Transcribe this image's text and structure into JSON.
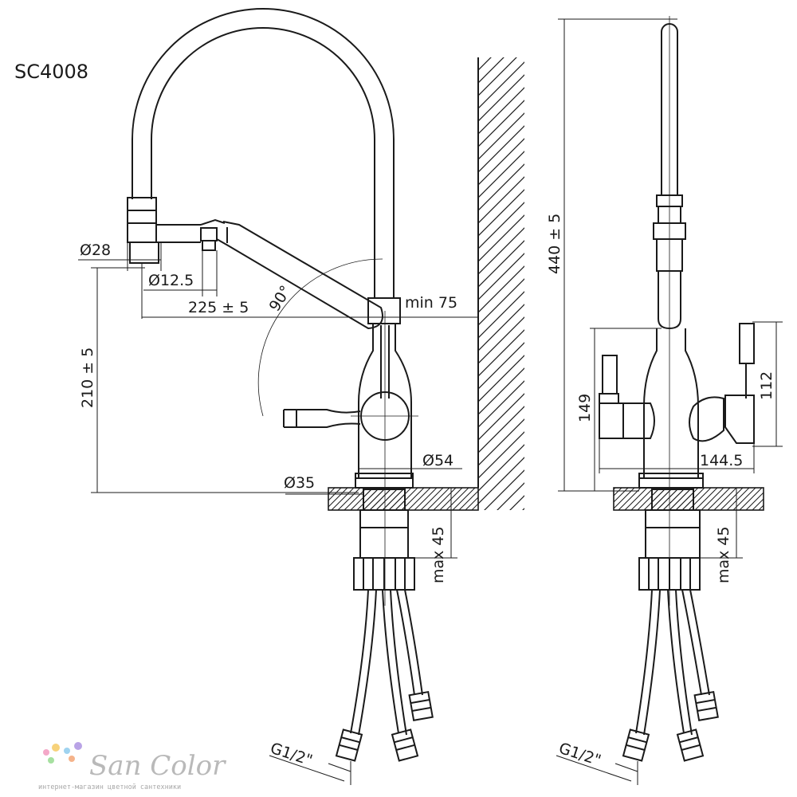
{
  "model": "SC4008",
  "dims": {
    "d28": "Ø28",
    "d12_5": "Ø12.5",
    "reach": "225 ± 5",
    "angle": "90°",
    "min75": "min 75",
    "height_spout": "210 ± 5",
    "d54": "Ø54",
    "d35": "Ø35",
    "max45_left": "max 45",
    "g12_left": "G1/2\"",
    "total_height": "440 ± 5",
    "h149": "149",
    "h112": "112",
    "w144_5": "144.5",
    "max45_right": "max 45",
    "g12_right": "G1/2\""
  },
  "watermark": {
    "brand": "San Color",
    "tagline": "интернет-магазин цветной сантехники",
    "dot_colors": [
      "#f4a8c8",
      "#f7d27a",
      "#9fd3f0",
      "#b9a3e6",
      "#a6e0a0",
      "#f5b38a"
    ]
  }
}
